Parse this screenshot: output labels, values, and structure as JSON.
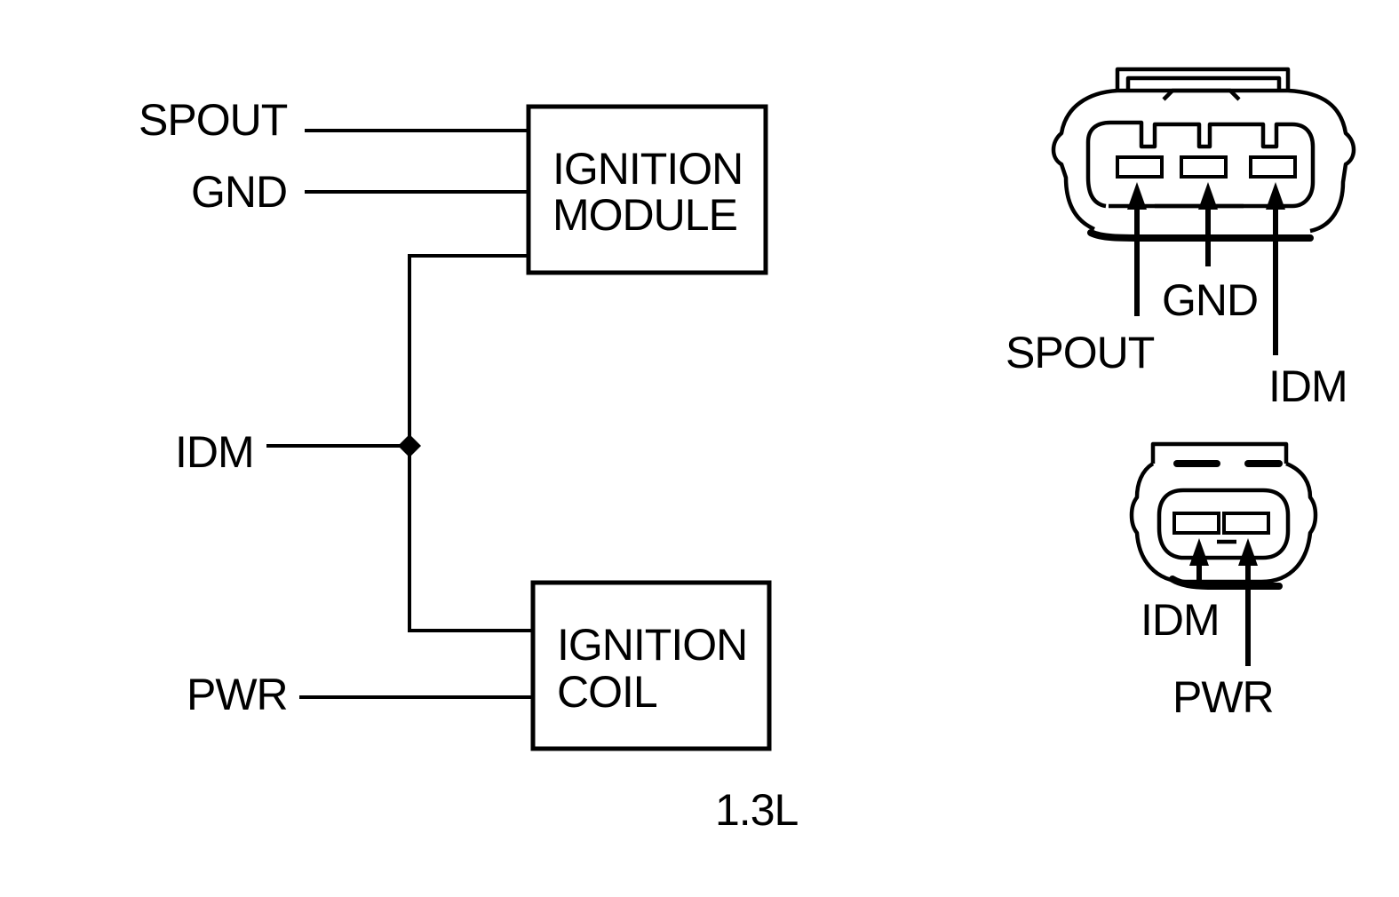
{
  "schematic": {
    "module_box": {
      "line1": "IGNITION",
      "line2": "MODULE"
    },
    "coil_box": {
      "line1": "IGNITION",
      "line2": "COIL"
    },
    "wires": {
      "spout": "SPOUT",
      "gnd": "GND",
      "idm": "IDM",
      "pwr": "PWR"
    },
    "engine_label": "1.3L"
  },
  "connectors": {
    "module_connector": {
      "pins": [
        "SPOUT",
        "GND",
        "IDM"
      ]
    },
    "coil_connector": {
      "pins": [
        "IDM",
        "PWR"
      ]
    }
  }
}
